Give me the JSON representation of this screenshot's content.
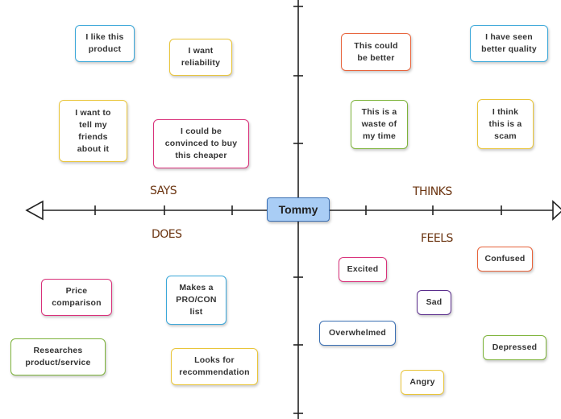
{
  "center": {
    "label": "Tommy"
  },
  "quadrants": {
    "says": "SAYS",
    "thinks": "THINKS",
    "does": "DOES",
    "feels": "FEELS"
  },
  "cards": {
    "like_product": {
      "text": "I like this\nproduct",
      "color": "#3aa7d9"
    },
    "want_reliability": {
      "text": "I want\nreliability",
      "color": "#e9c53a"
    },
    "tell_friends": {
      "text": "I want to\ntell my\nfriends\nabout it",
      "color": "#e9c53a"
    },
    "convinced_cheaper": {
      "text": "I could be\nconvinced to buy\nthis cheaper",
      "color": "#d9317a"
    },
    "could_be_better": {
      "text": "This could\nbe better",
      "color": "#e8643c"
    },
    "seen_better": {
      "text": "I have seen\nbetter quality",
      "color": "#3aa7d9"
    },
    "waste_of_time": {
      "text": "This is a\nwaste of\nmy time",
      "color": "#7db33a"
    },
    "think_scam": {
      "text": "I think\nthis is a\nscam",
      "color": "#e9c53a"
    },
    "price_comparison": {
      "text": "Price\ncomparison",
      "color": "#d9317a"
    },
    "pro_con_list": {
      "text": "Makes a\nPRO/CON\nlist",
      "color": "#3aa7d9"
    },
    "researches": {
      "text": "Researches\nproduct/service",
      "color": "#7db33a"
    },
    "recommendation": {
      "text": "Looks for\nrecommendation",
      "color": "#e9c53a"
    },
    "excited": {
      "text": "Excited",
      "color": "#d9317a"
    },
    "confused": {
      "text": "Confused",
      "color": "#e8643c"
    },
    "sad": {
      "text": "Sad",
      "color": "#5a2d8c"
    },
    "overwhelmed": {
      "text": "Overwhelmed",
      "color": "#3a6fb3"
    },
    "depressed": {
      "text": "Depressed",
      "color": "#7db33a"
    },
    "angry": {
      "text": "Angry",
      "color": "#e9c53a"
    }
  }
}
